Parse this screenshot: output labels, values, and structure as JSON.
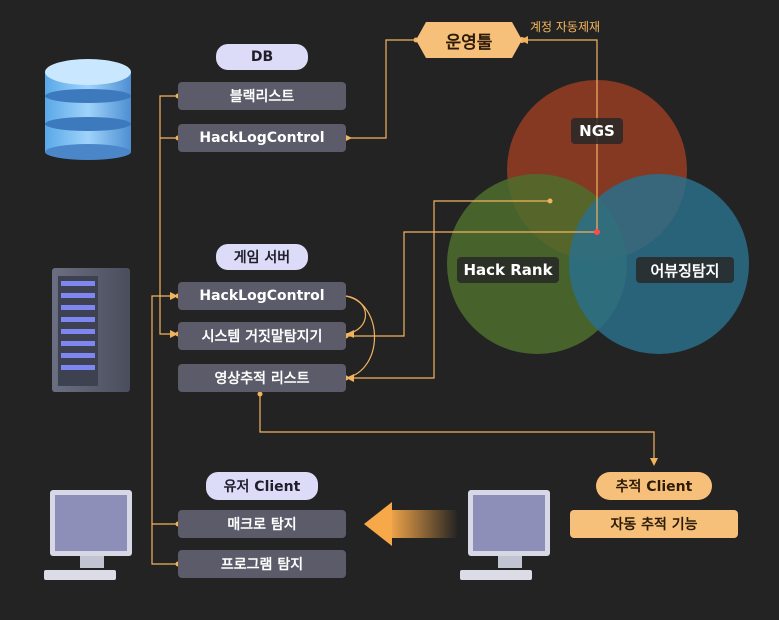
{
  "colors": {
    "background": "#232323",
    "connector": "#f2b35e",
    "label_box": "#5b5b6a",
    "group_pill": "#dcdcf8",
    "accent_orange": "#f7c07a",
    "circle_ngs": "#8b3a23",
    "circle_hackrank": "#4e6f2d",
    "circle_abuse": "#2a6f8a"
  },
  "ops_tool": {
    "label": "운영툴",
    "annotation": "계정 자동제재"
  },
  "db": {
    "icon": "database-icon",
    "title": "DB",
    "items": [
      "블랙리스트",
      "HackLogControl"
    ]
  },
  "game_server": {
    "icon": "server-rack-icon",
    "title": "게임 서버",
    "items": [
      "HackLogControl",
      "시스템 거짓말탐지기",
      "영상추적 리스트"
    ]
  },
  "user_client": {
    "icon": "monitor-icon",
    "title": "유저 Client",
    "items": [
      "매크로 탐지",
      "프로그램 탐지"
    ]
  },
  "trace_client": {
    "icon": "monitor-icon",
    "title": "추적 Client",
    "feature": "자동 추적 기능"
  },
  "venn": {
    "ngs": "NGS",
    "hack_rank": "Hack Rank",
    "abuse": "어뷰징탐지"
  }
}
